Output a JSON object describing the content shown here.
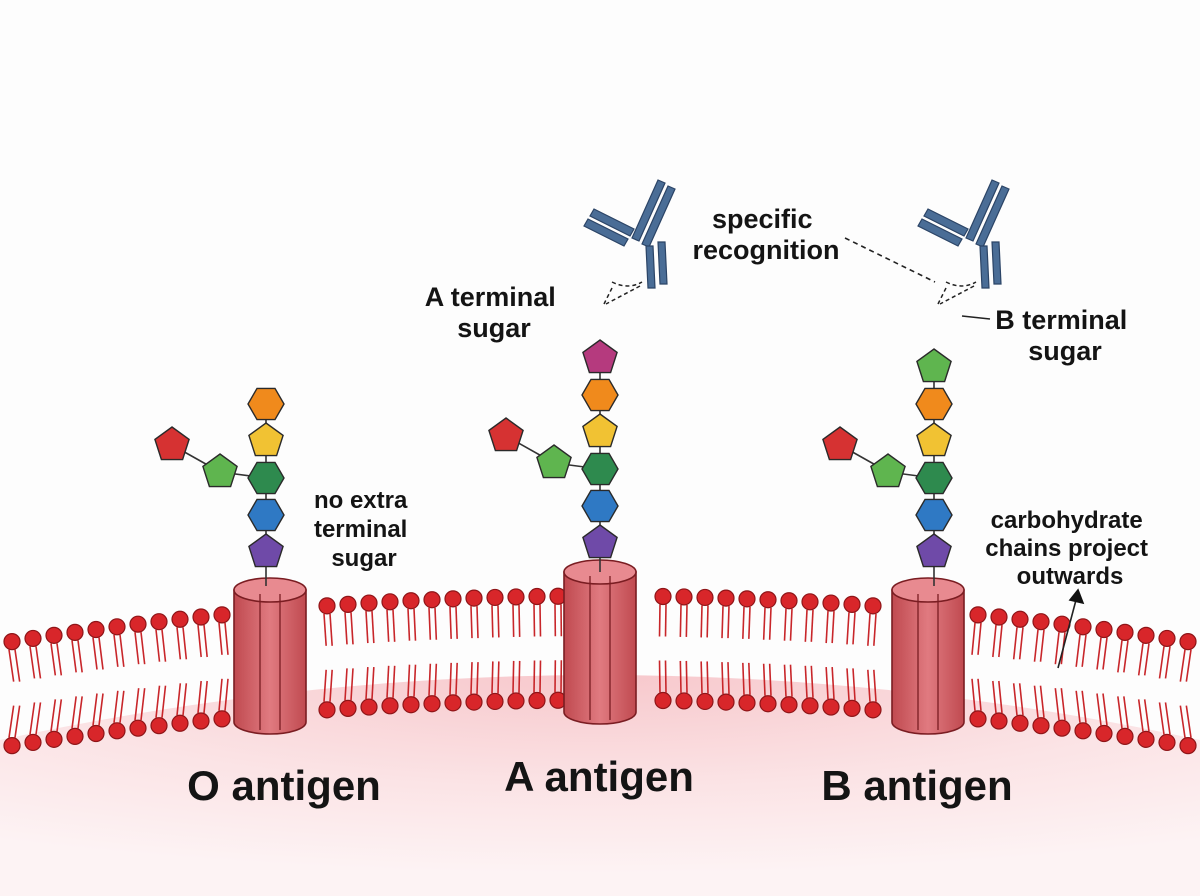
{
  "labels": {
    "o_antigen": "O antigen",
    "a_antigen": "A antigen",
    "b_antigen": "B antigen",
    "no_extra": [
      "no extra",
      "terminal",
      "sugar"
    ],
    "a_terminal": [
      "A terminal",
      "sugar"
    ],
    "b_terminal": [
      "B terminal",
      "sugar"
    ],
    "specific": [
      "specific",
      "recognition"
    ],
    "carbohydrate": [
      "carbohydrate",
      "chains project",
      "outwards"
    ]
  },
  "colors": {
    "membrane_head": "#d8262a",
    "membrane_tail": "#c8262a",
    "protein": "#d9646a",
    "antibody": "#4a6d96",
    "sugar_purple": "#6f4aa8",
    "sugar_blue": "#2f79c4",
    "sugar_darkgreen": "#2e8a4e",
    "sugar_yellow": "#f1c233",
    "sugar_orange": "#f08a1c",
    "sugar_green": "#5fb54f",
    "sugar_red": "#d63232",
    "sugar_magenta": "#b53a7e"
  },
  "antigens": [
    {
      "name": "O antigen",
      "terminal_sugar": "none"
    },
    {
      "name": "A antigen",
      "terminal_sugar": "sugar_magenta"
    },
    {
      "name": "B antigen",
      "terminal_sugar": "sugar_green"
    }
  ]
}
